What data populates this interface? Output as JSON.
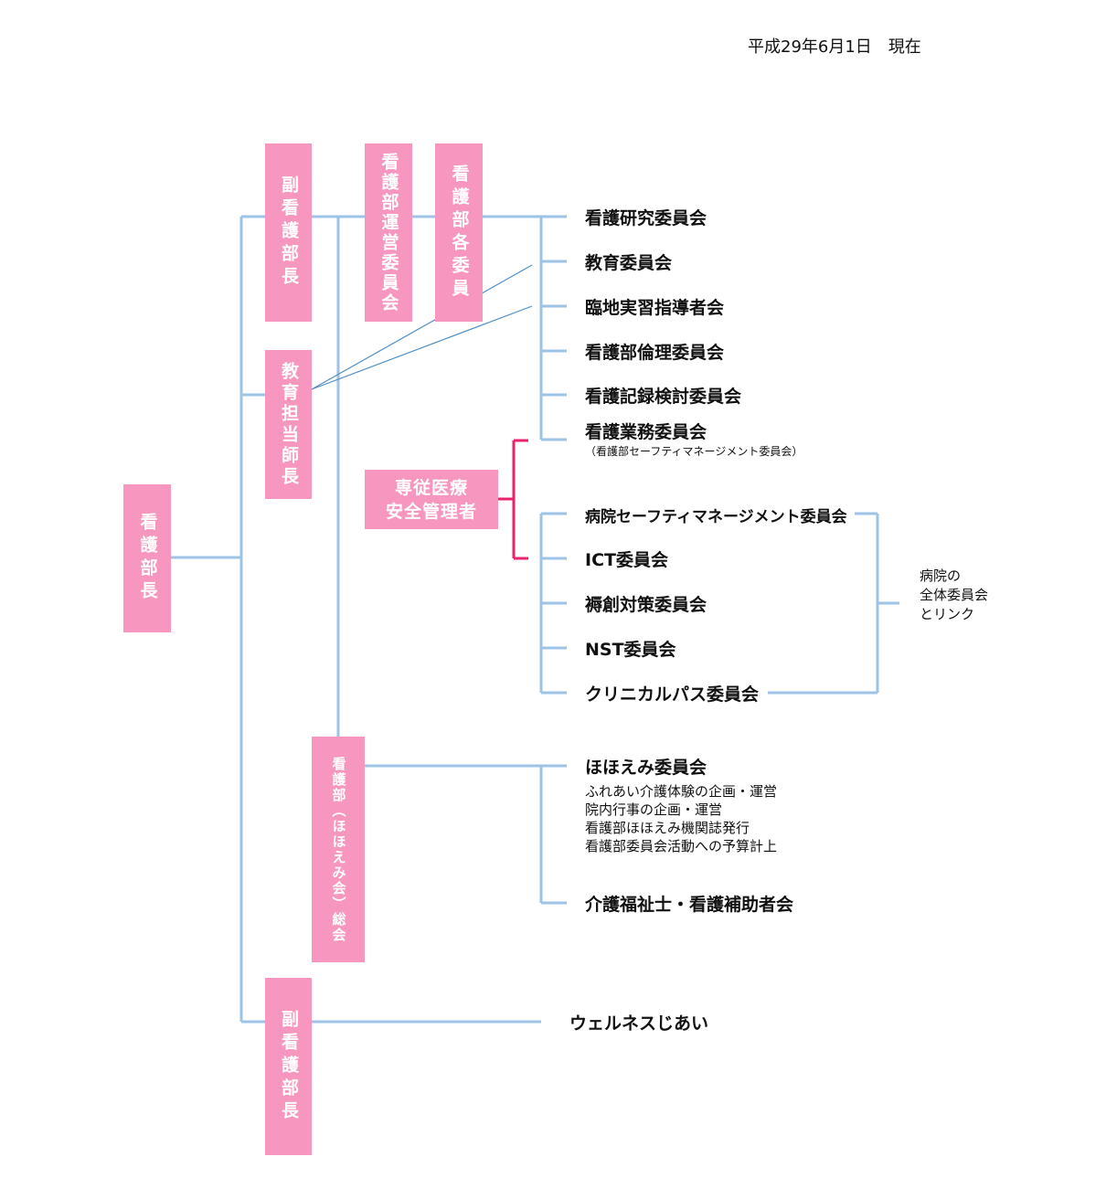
{
  "date": "平成29年6月1日　現在",
  "boxes": {
    "head": "看護部長",
    "deputy_top": "副看護部長",
    "ops": "看護部運営委員会",
    "each": "看護部各委員",
    "edu_head": "教育担当師長",
    "safety": [
      "専従医療",
      "安全管理者"
    ],
    "hohoemi_assembly": "看護部（ほほえみ会）総会",
    "deputy_bottom": "副看護部長"
  },
  "nursing_committees": [
    "看護研究委員会",
    "教育委員会",
    "臨地実習指導者会",
    "看護部倫理委員会",
    "看護記録検討委員会",
    "看護業務委員会"
  ],
  "nursing_business_sub": "（看護部セーフティマネージメント委員会）",
  "hospital_committees": [
    "病院セーフティマネージメント委員会",
    "ICT委員会",
    "褥創対策委員会",
    "NST委員会",
    "クリニカルパス委員会"
  ],
  "hospital_link": [
    "病院の",
    "全体委員会",
    "とリンク"
  ],
  "hohoemi": {
    "title": "ほほえみ委員会",
    "items": [
      "ふれあい介護体験の企画・運営",
      "院内行事の企画・運営",
      "看護部ほほえみ機関誌発行",
      "看護部委員会活動への予算計上"
    ]
  },
  "caregiver_committee": "介護福祉士・看護補助者会",
  "wellness": "ウェルネスじあい",
  "colors": {
    "box": "#f797bf",
    "connector": "#9dc3e6",
    "bracket": "#e8246e",
    "thin_line": "#4f8fc8"
  }
}
